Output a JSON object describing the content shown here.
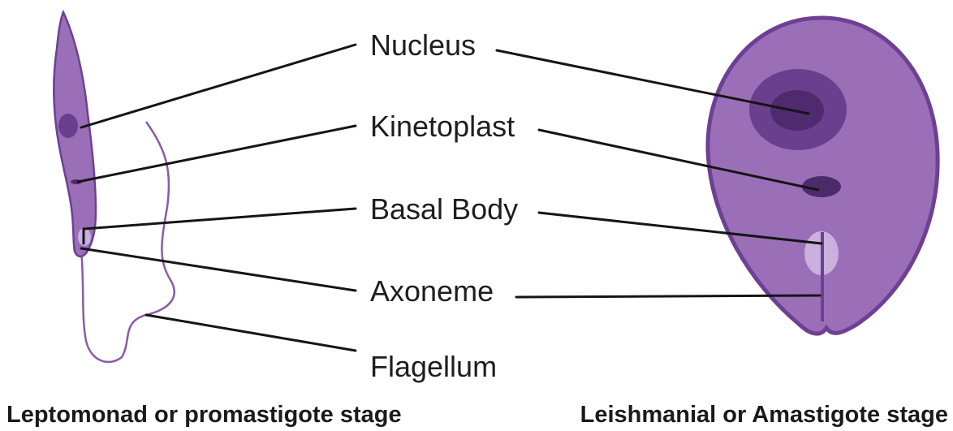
{
  "labels": {
    "nucleus": "Nucleus",
    "kinetoplast": "Kinetoplast",
    "basal_body": "Basal Body",
    "axoneme": "Axoneme",
    "flagellum": "Flagellum"
  },
  "captions": {
    "left": "Leptomonad or promastigote stage",
    "right": "Leishmanial or Amastigote stage"
  },
  "colors": {
    "cell_body": "#9a6fb8",
    "cell_outline": "#6e3f93",
    "nucleus_outer": "#6a3f8e",
    "nucleus_inner": "#4f2a6e",
    "kinetoplast": "#4d2a6a",
    "basal_spot": "#c9b0de",
    "leader_line": "#151515"
  }
}
